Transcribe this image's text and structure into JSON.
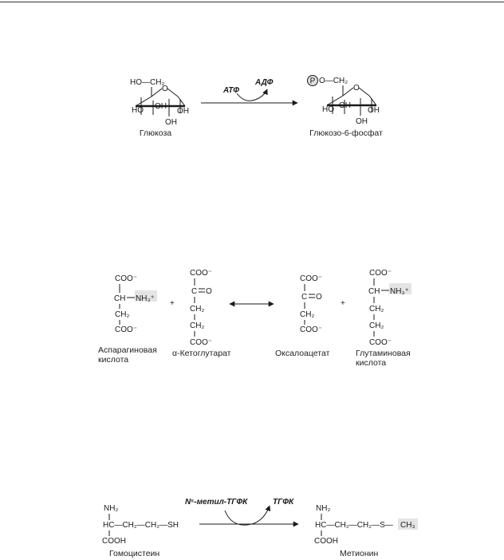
{
  "reaction1": {
    "glucose": {
      "ch2oh": "HO—CH₂",
      "ring_o": "O",
      "oh1": "HO",
      "oh2": "OH",
      "oh3": "OH",
      "oh4": "OH",
      "label": "Глюкоза"
    },
    "cofactor_in": "АТФ",
    "cofactor_out": "АДФ",
    "product": {
      "phosphate": "P",
      "ch2": "O—CH₂",
      "ring_o": "O",
      "oh1": "HO",
      "oh2": "OH",
      "oh3": "OH",
      "oh4": "OH",
      "label": "Глюкозо-6-фосфат"
    }
  },
  "reaction2": {
    "asp": {
      "coo_top": "COO⁻",
      "ch": "CH",
      "nh3": "NH₃⁺",
      "ch2": "CH₂",
      "coo_bottom": "COO⁻",
      "label_line1": "Аспарагиновая",
      "label_line2": "кислота"
    },
    "plus1": "+",
    "akg": {
      "coo_top": "COO⁻",
      "c": "C",
      "o": "O",
      "ch2a": "CH₂",
      "ch2b": "CH₂",
      "coo_bottom": "COO⁻",
      "label": "α-Кетоглутарат"
    },
    "oaa": {
      "coo_top": "COO⁻",
      "c": "C",
      "o": "O",
      "ch2": "CH₂",
      "coo_bottom": "COO⁻",
      "label": "Оксалоацетат"
    },
    "plus2": "+",
    "glu": {
      "coo_top": "COO⁻",
      "ch": "CH",
      "nh3": "NH₃⁺",
      "ch2a": "CH₂",
      "ch2b": "CH₂",
      "coo_bottom": "COO⁻",
      "label_line1": "Глутаминовая",
      "label_line2": "кислота"
    }
  },
  "reaction3": {
    "homocysteine": {
      "nh2": "NH₂",
      "chain": "HC—CH₂—CH₂—SH",
      "cooh": "COOH",
      "label": "Гомоцистеин"
    },
    "cofactor_in": "N⁵-метил-ТГФК",
    "cofactor_out": "ТГФК",
    "methionine": {
      "nh2": "NH₂",
      "chain": "HC—CH₂—CH₂—S—",
      "ch3": "CH₃",
      "cooh": "COOH",
      "label": "Метионин"
    }
  }
}
